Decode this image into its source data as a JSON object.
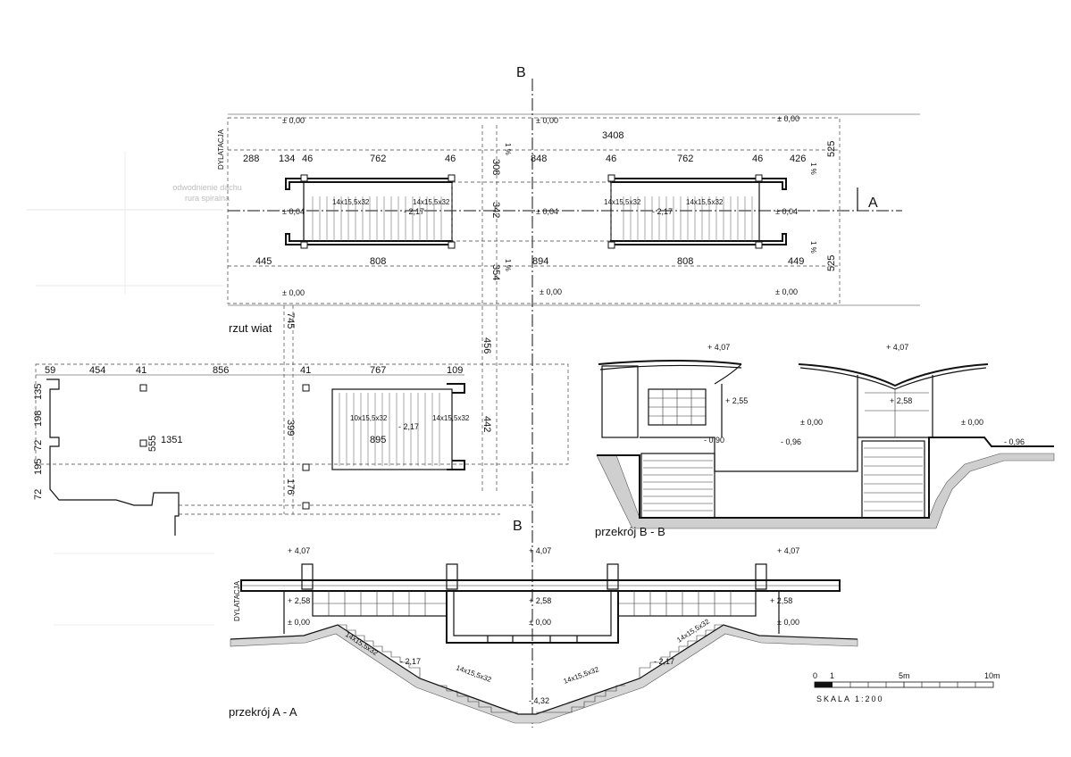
{
  "sections": {
    "axis_b_top": "B",
    "axis_b_bottom": "B",
    "axis_a": "A"
  },
  "titles": {
    "plan": "rzut wiat",
    "section_bb": "przekrój B - B",
    "section_aa": "przekrój A - A"
  },
  "labels": {
    "dylatacja": "DYLATACJA",
    "faint_note": [
      "odwodnienie dachu",
      "rura spiralna"
    ],
    "slope": "1 %"
  },
  "stair_codes": {
    "stair_14": "14x15,5x32",
    "stair_10": "10x15,5x32"
  },
  "levels": {
    "l000": "± 0,00",
    "l004": "± 0,04",
    "l217": "- 2,17",
    "l258": "+ 2,58",
    "l255": "+ 2,55",
    "l407": "+ 4,07",
    "l090": "- 0,90",
    "l096": "- 0,96",
    "l432": "- 4,32"
  },
  "dims_top_plan": {
    "row1": [
      "288",
      "134",
      "46",
      "762",
      "46",
      "848",
      "46",
      "762",
      "46",
      "426"
    ],
    "row2": [
      "445",
      "808",
      "894",
      "808",
      "449"
    ],
    "total": "3408",
    "vert": [
      "308",
      "342",
      "354"
    ],
    "side": [
      "525",
      "525"
    ]
  },
  "dims_lower_plan": {
    "row": [
      "59",
      "454",
      "41",
      "856",
      "41",
      "767",
      "109"
    ],
    "left_vert": [
      "135",
      "198",
      "72",
      "195",
      "72"
    ],
    "mid": [
      "555",
      "1351"
    ],
    "right_vert": [
      "745",
      "456",
      "399",
      "442",
      "176"
    ],
    "inner": "895"
  },
  "scale_bar": {
    "ticks": [
      "0",
      "1",
      "5m",
      "10m"
    ],
    "caption": "SKALA 1:200"
  }
}
